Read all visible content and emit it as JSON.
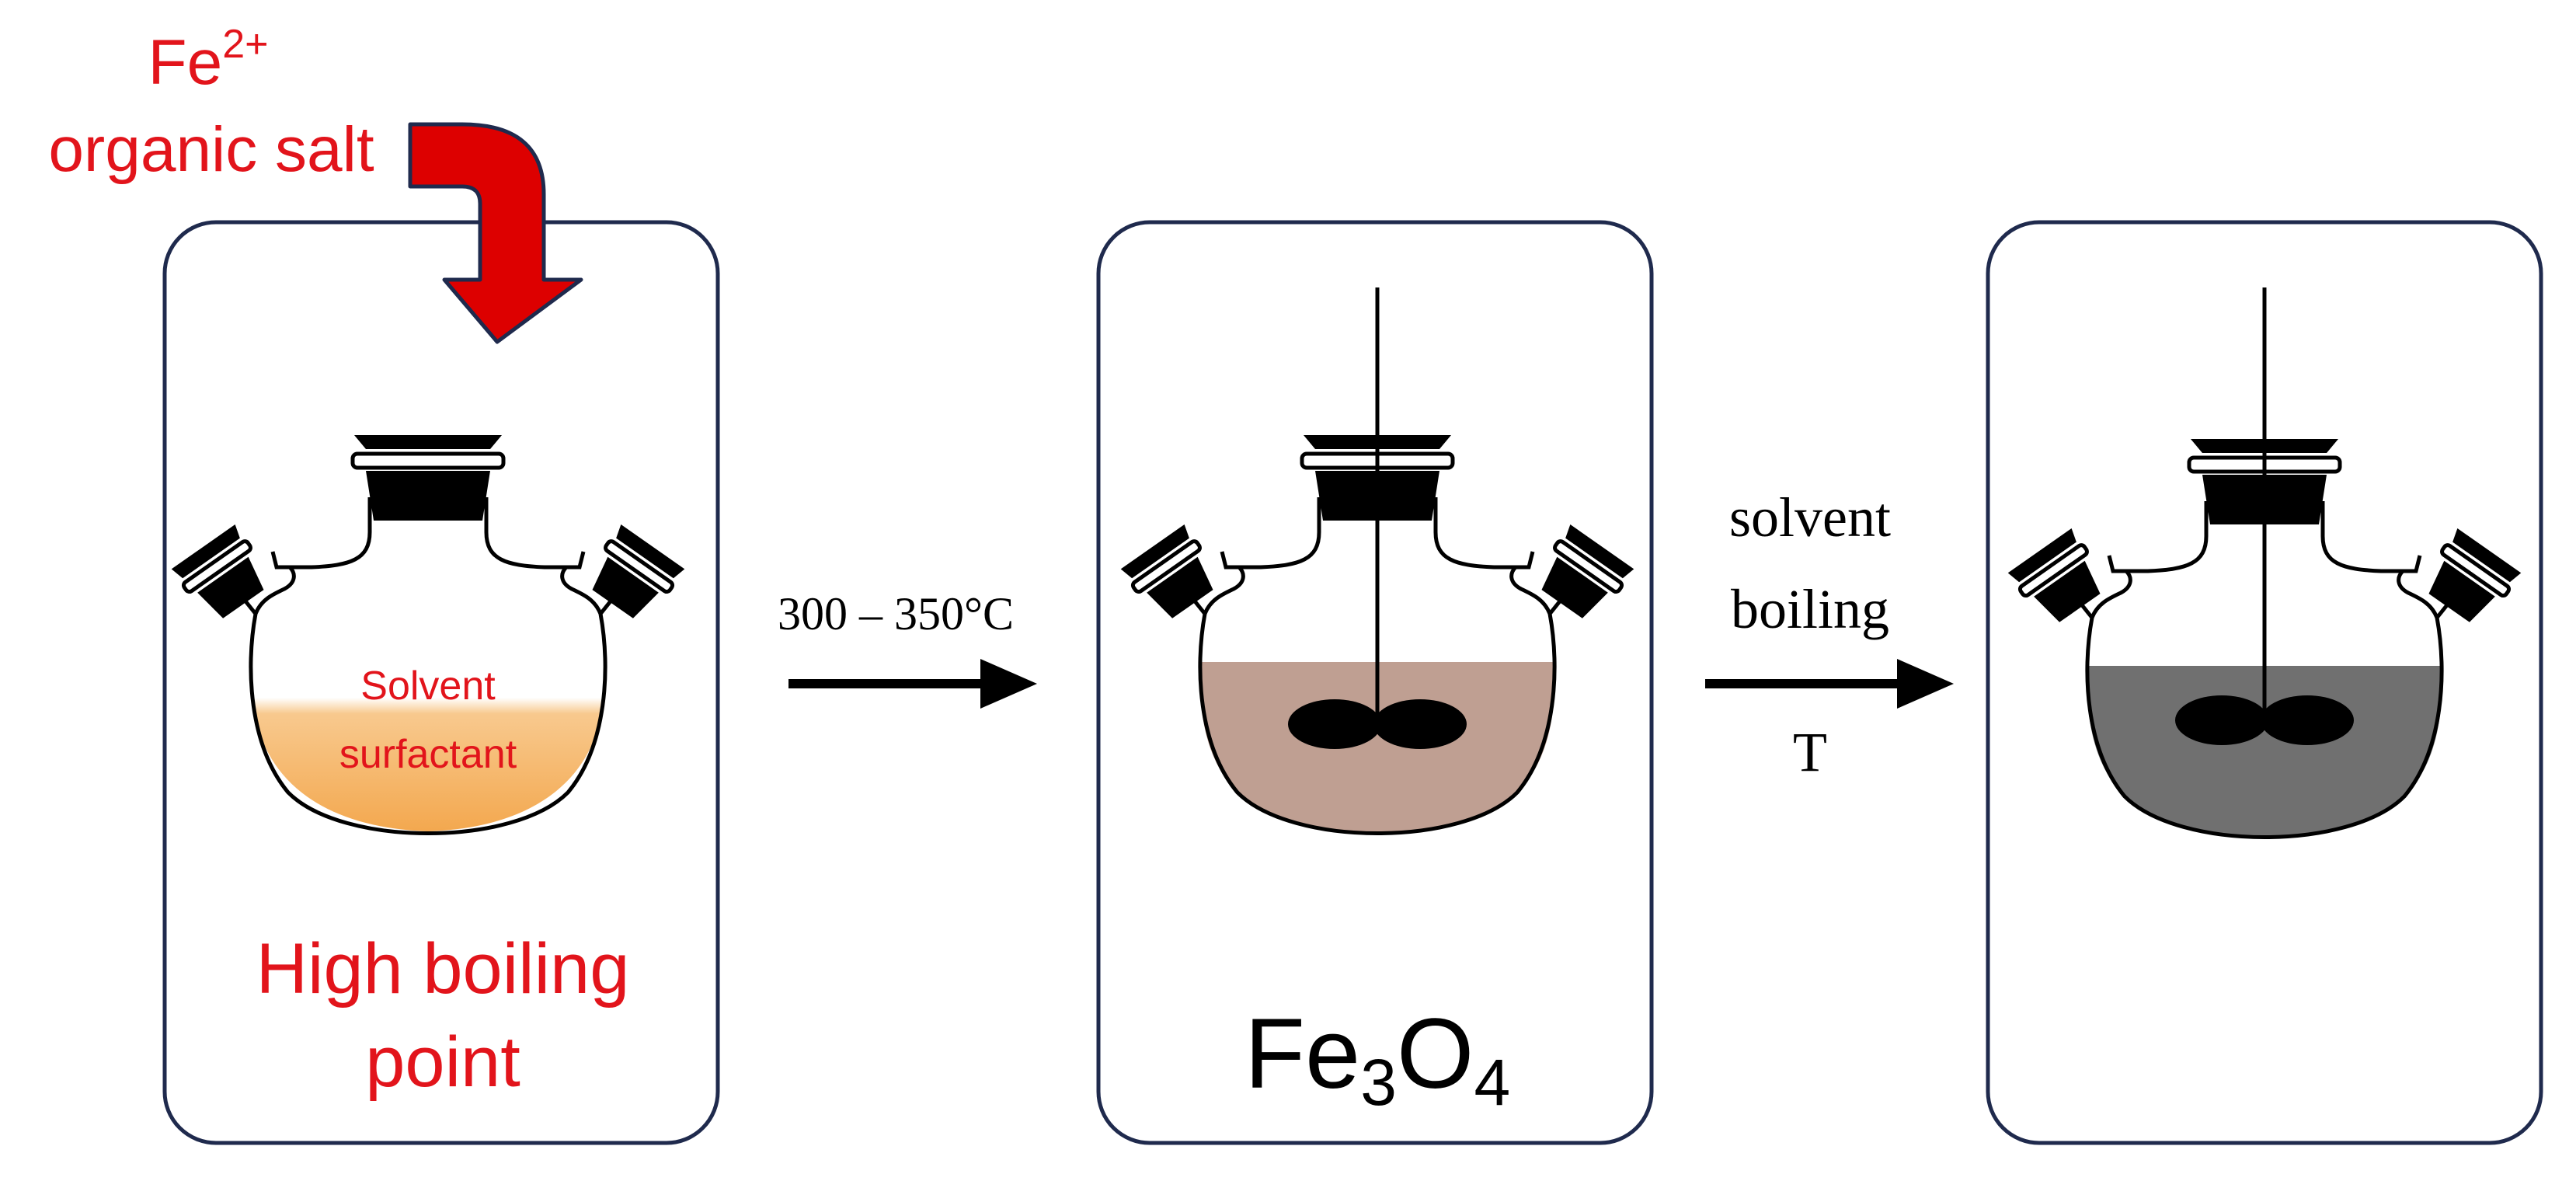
{
  "reagent": {
    "ion_base": "Fe",
    "ion_charge": "2+",
    "salt_label": "organic salt"
  },
  "step1": {
    "liquid_line1": "Solvent",
    "liquid_line2": "surfactant",
    "caption_line1": "High boiling",
    "caption_line2": "point"
  },
  "arrow1": {
    "label": "300 – 350°C"
  },
  "step2": {
    "product_el1": "Fe",
    "product_sub1": "3",
    "product_el2": "O",
    "product_sub2": "4"
  },
  "arrow2": {
    "label_line1": "solvent",
    "label_line2": "boiling",
    "label_below": "T"
  },
  "colors": {
    "text_red": "#e2141b",
    "arrow_red": "#dd0000",
    "panel_border": "#1f2a4d",
    "liquid_orange": "#f5b062",
    "liquid_brown": "#bf9f92",
    "liquid_gray": "#707070"
  }
}
